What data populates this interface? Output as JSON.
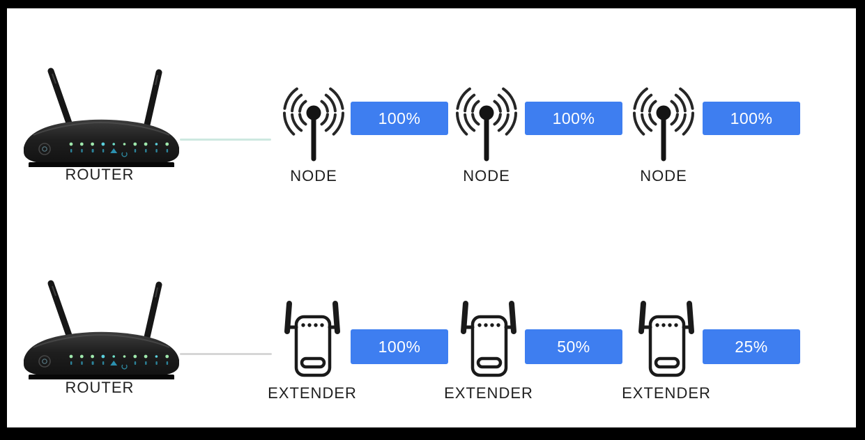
{
  "colors": {
    "badge_blue": "#3E7EF0",
    "mesh_link": "#CDE8E0",
    "extender_link": "#D6D6D6",
    "frame": "#000000",
    "background": "#FFFFFF"
  },
  "icons": {
    "router": "wireless-router-icon",
    "node": "wifi-signal-node-icon",
    "extender": "range-extender-icon"
  },
  "mesh_row": {
    "router_label": "ROUTER",
    "nodes": [
      {
        "label": "NODE",
        "signal": "100%"
      },
      {
        "label": "NODE",
        "signal": "100%"
      },
      {
        "label": "NODE",
        "signal": "100%"
      }
    ]
  },
  "extender_row": {
    "router_label": "ROUTER",
    "extenders": [
      {
        "label": "EXTENDER",
        "signal": "100%"
      },
      {
        "label": "EXTENDER",
        "signal": "50%"
      },
      {
        "label": "EXTENDER",
        "signal": "25%"
      }
    ]
  }
}
